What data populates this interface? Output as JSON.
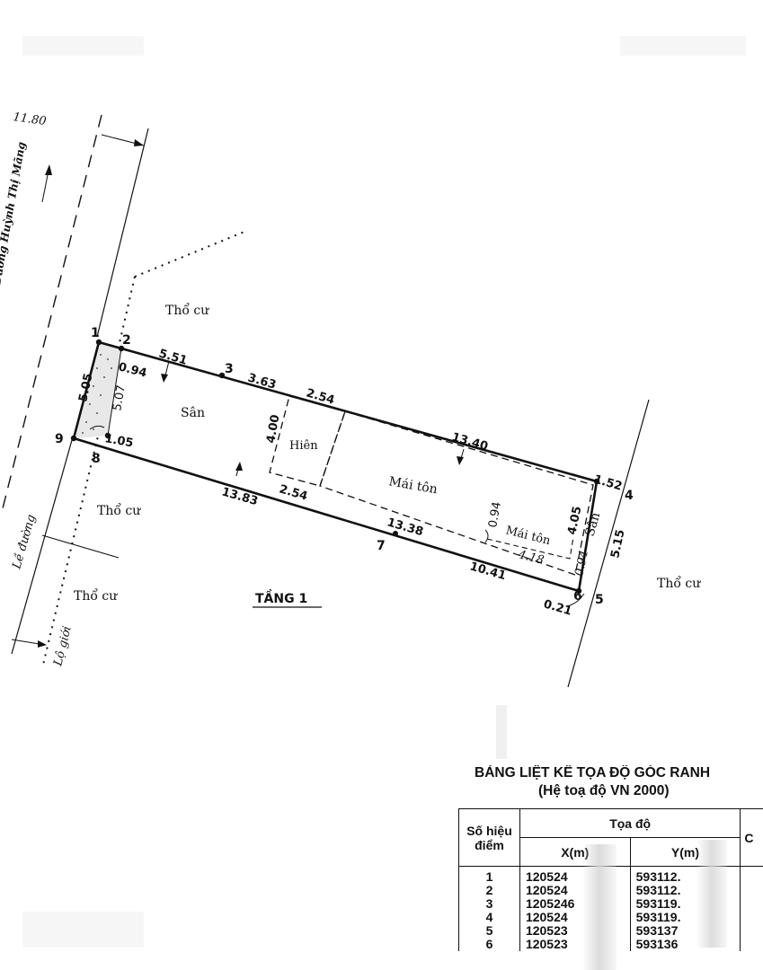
{
  "plan": {
    "top_dim": "11.80",
    "street_name": "Đường Huỳnh Thị Mãng",
    "le_duong": "Lề đường",
    "lo_gioi": "Lộ giới",
    "floor_label": "TẦNG 1",
    "areas": {
      "tho_cu_top": "Thổ cư",
      "tho_cu_left": "Thổ cư",
      "tho_cu_bottom_left": "Thổ cư",
      "tho_cu_right": "Thổ cư",
      "san_left": "Sân",
      "san_right": "Sân",
      "hien": "Hiên",
      "mai_ton_main": "Mái tôn",
      "mai_ton_small": "Mái tôn"
    },
    "points": [
      "1",
      "2",
      "3",
      "4",
      "5",
      "6",
      "7",
      "8",
      "9"
    ],
    "dims": {
      "d_094_top": "0.94",
      "d_551": "5.51",
      "d_363": "3.63",
      "d_254_top": "2.54",
      "d_1340": "13.40",
      "d_152": "1.52",
      "d_515": "5.15",
      "d_021": "0.21",
      "d_1041": "10.41",
      "d_1338": "13.38",
      "d_254_bottom": "2.54",
      "d_1383": "13.83",
      "d_105_left": "1.05",
      "d_505": "5.05",
      "d_507": "5.07",
      "d_405": "4.05",
      "d_094_mid": "0.94",
      "d_418": "4.18",
      "d_094_right": "0.94",
      "d_400": "4.00"
    }
  },
  "table": {
    "title": "BẢNG LIỆT KÊ TỌA ĐỘ GÓC RANH",
    "subtitle": "(Hệ toạ độ VN 2000)",
    "headers": {
      "point_id": "Số hiệu điểm",
      "coords": "Tọa độ",
      "x": "X(m)",
      "y": "Y(m)",
      "extra": "C"
    },
    "rows": [
      {
        "id": "1",
        "x": "120524",
        "y": "593112."
      },
      {
        "id": "2",
        "x": "120524",
        "y": "593112."
      },
      {
        "id": "3",
        "x": "1205246",
        "y": "593119."
      },
      {
        "id": "4",
        "x": "120524",
        "y": "593119."
      },
      {
        "id": "5",
        "x": "120523",
        "y": "593137"
      },
      {
        "id": "6",
        "x": "120523",
        "y": "593136"
      }
    ]
  }
}
